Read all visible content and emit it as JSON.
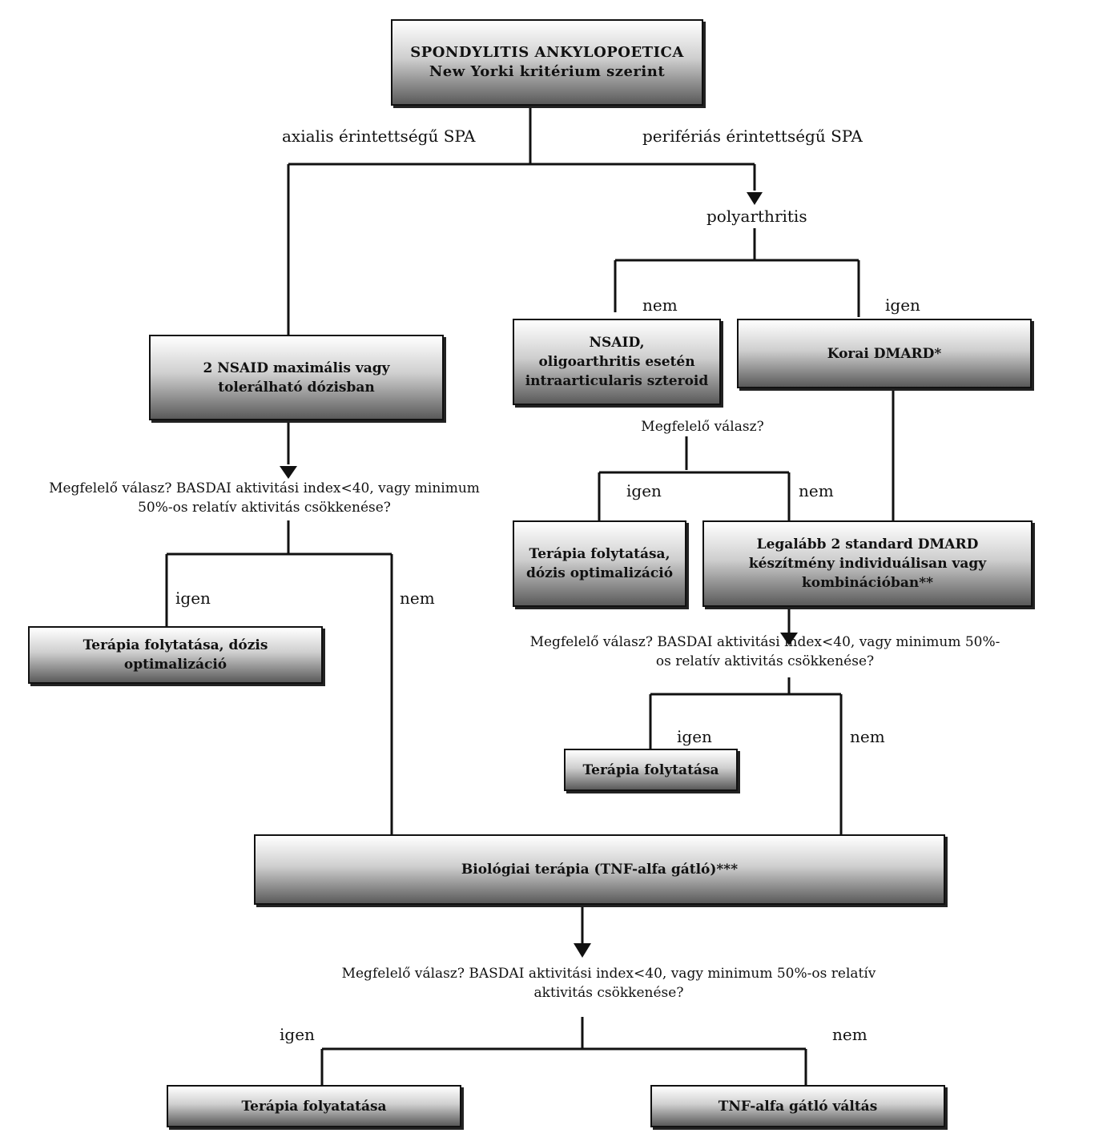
{
  "boxes": {
    "start": {
      "line1": "SPONDYLITIS ANKYLOPOETICA",
      "line2": "New Yorki kritérium szerint"
    },
    "nsaid2": {
      "line1": "2 NSAID maximális vagy",
      "line2": "tolerálható dózisban"
    },
    "nsaid_oligo": {
      "line1": "NSAID,",
      "line2": "oligoarthritis esetén",
      "line3": "intraarticularis szteroid"
    },
    "korai_dmard": {
      "line1": "Korai DMARD*"
    },
    "therapy_left": {
      "line1": "Terápia folytatása, dózis",
      "line2": "optimalizáció"
    },
    "therapy_mid": {
      "line1": "Terápia folytatása,",
      "line2": "dózis optimalizáció"
    },
    "dmard_std": {
      "line1": "Legalább 2 standard  DMARD",
      "line2": "készítmény individuálisan vagy",
      "line3": "kombinációban**"
    },
    "therapy_cont_mid": {
      "line1": "Terápia folytatása"
    },
    "biologic": {
      "line1": "Biológiai terápia (TNF-alfa gátló)***"
    },
    "therapy_cont_bottom": {
      "line1": "Terápia folyatatása"
    },
    "tnf_switch": {
      "line1": "TNF-alfa gátló váltás"
    }
  },
  "labels": {
    "axial": "axialis érintettségű SPA",
    "peripheral": "perifériás érintettségű SPA",
    "polyarthritis": "polyarthritis",
    "nem_poly": "nem",
    "igen_poly": "igen",
    "igen_nsaid": "igen",
    "nem_nsaid": "nem",
    "igen_left": "igen",
    "nem_left": "nem",
    "igen_dmard": "igen",
    "nem_dmard": "nem",
    "igen_bottom": "igen",
    "nem_bottom": "nem"
  },
  "questions": {
    "q_nsaid_oligo": "Megfelelő válasz?",
    "q_left_1": "Megfelelő válasz?  BASDAI aktivitási index<40,  vagy minimum",
    "q_left_2": "50%-os relatív aktivitás csökkenése?",
    "q_right_1": "Megfelelő válasz?  BASDAI aktivitási index<40, vagy  minimum 50%-",
    "q_right_2": "os relatív aktivitás csökkenése?",
    "q_bottom_1": "Megfelelő válasz?  BASDAI aktivitási index<40, vagy minimum 50%-os relatív",
    "q_bottom_2": "aktivitás csökkenése?"
  }
}
